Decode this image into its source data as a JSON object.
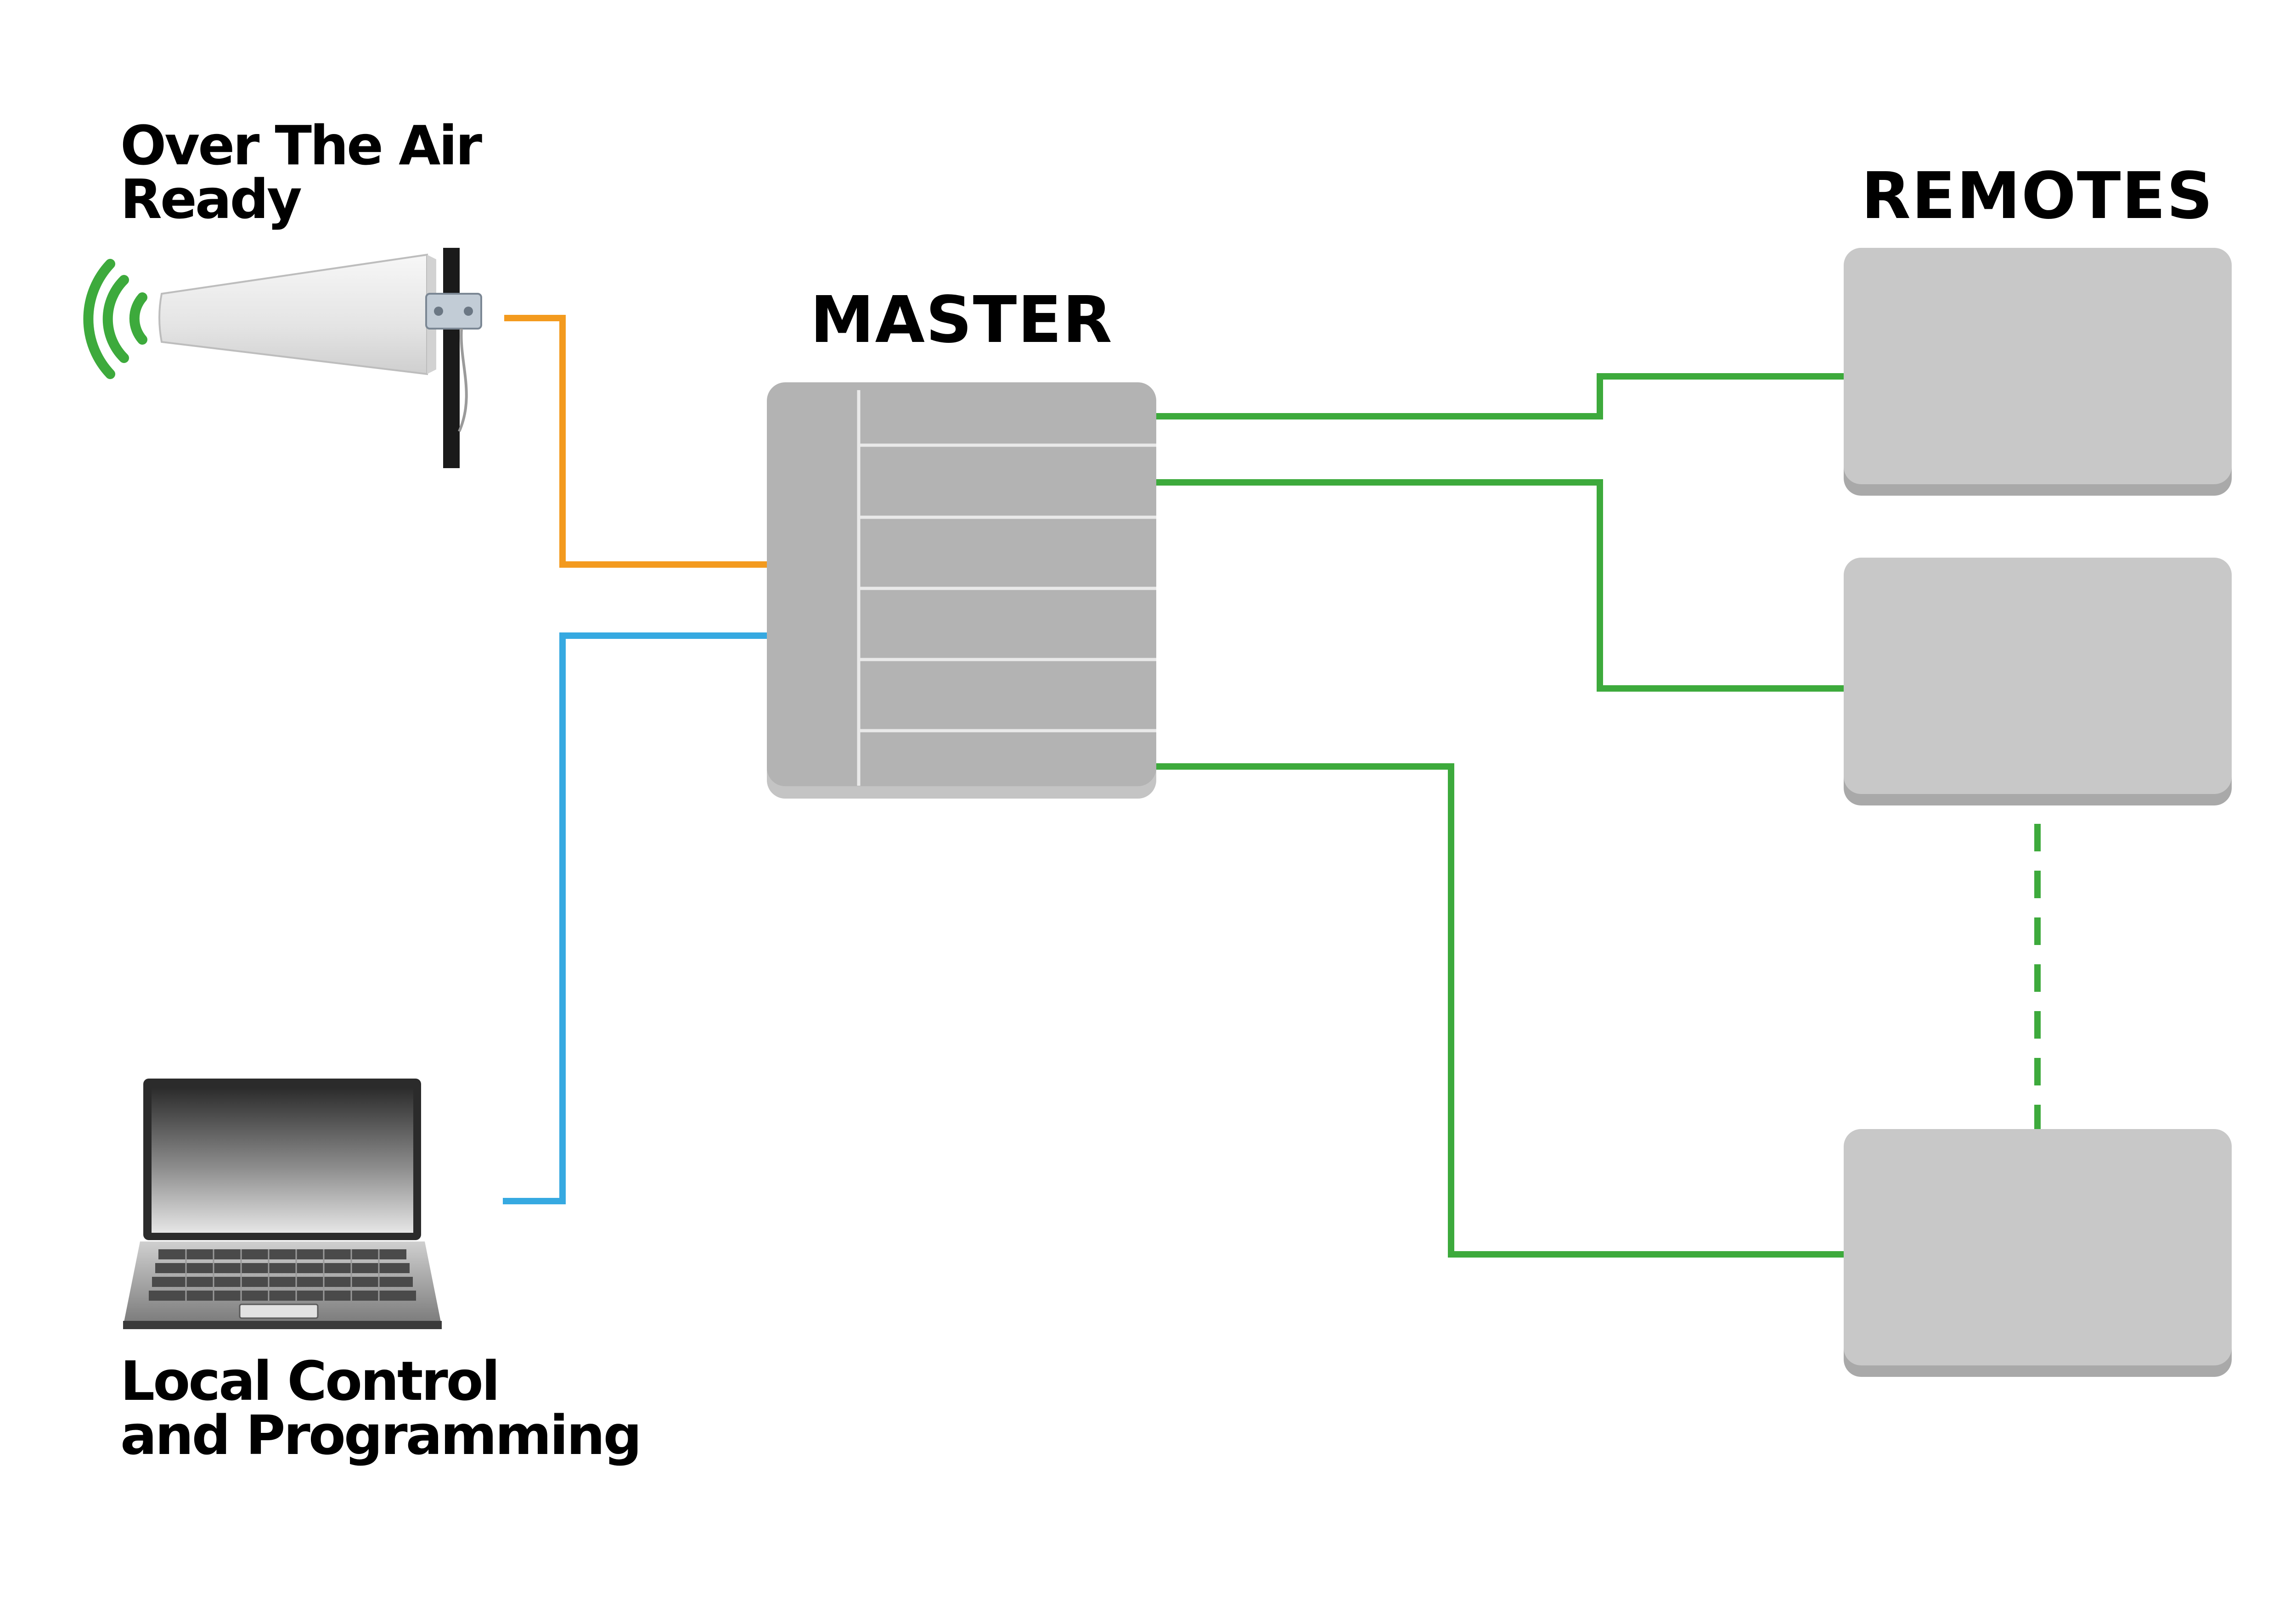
{
  "labels": {
    "antenna_line1": "Over The Air",
    "antenna_line2": "Ready",
    "master": "MASTER",
    "remotes": "REMOTES",
    "laptop_line1": "Local Control",
    "laptop_line2": "and Programming"
  },
  "nodes": {
    "antenna": {
      "icon": "antenna-icon",
      "signal_icon": "wireless-signal-icon"
    },
    "master": {
      "slots": 6
    },
    "remotes": {
      "count": 3
    },
    "laptop": {
      "icon": "laptop-icon"
    }
  },
  "connections": [
    {
      "from": "antenna",
      "to": "master",
      "color": "#f39a1e"
    },
    {
      "from": "laptop",
      "to": "master",
      "color": "#36a9e1"
    },
    {
      "from": "master",
      "to": "remote-1",
      "color": "#3daa3c"
    },
    {
      "from": "master",
      "to": "remote-2",
      "color": "#3daa3c"
    },
    {
      "from": "master",
      "to": "remote-3",
      "color": "#3daa3c"
    },
    {
      "from": "remote-2",
      "to": "remote-3",
      "color": "#3daa3c",
      "style": "dashed"
    }
  ],
  "colors": {
    "antenna_link": "#f39a1e",
    "laptop_link": "#36a9e1",
    "remote_link": "#3daa3c",
    "signal_waves": "#3daa3c",
    "unit_fill": "#b3b3b3",
    "remote_fill": "#c8c8c8"
  }
}
